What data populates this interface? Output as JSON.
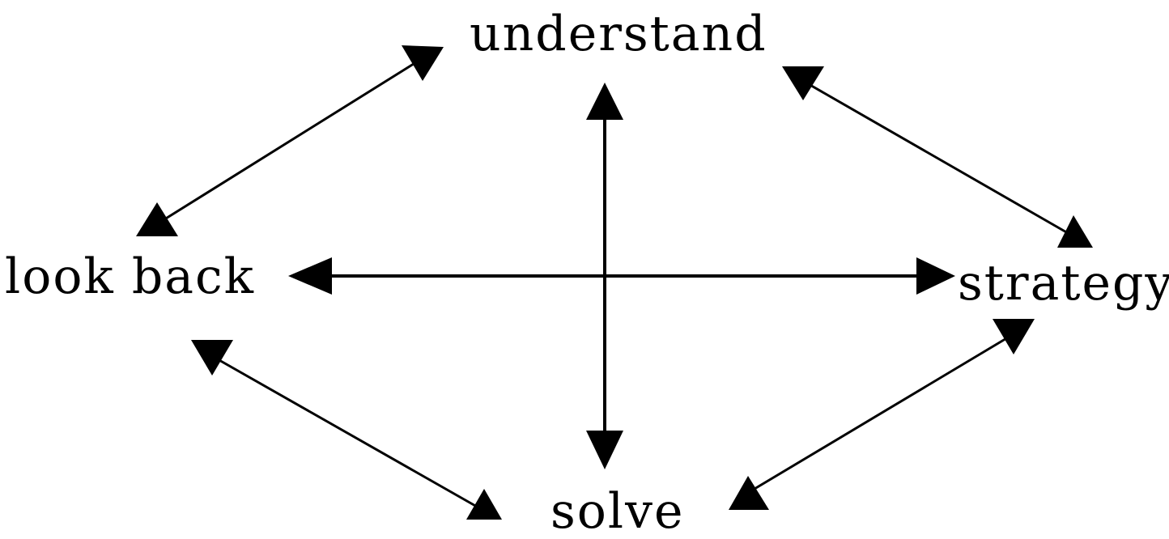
{
  "diagram": {
    "nodes": {
      "understand": "understand",
      "look_back": "look back",
      "strategy": "strategy",
      "solve": "solve"
    },
    "edges": [
      {
        "from": "understand",
        "to": "look back",
        "direction": "both"
      },
      {
        "from": "understand",
        "to": "strategy",
        "direction": "both"
      },
      {
        "from": "look back",
        "to": "solve",
        "direction": "both"
      },
      {
        "from": "strategy",
        "to": "solve",
        "direction": "both"
      },
      {
        "from": "understand",
        "to": "solve",
        "direction": "both"
      },
      {
        "from": "look back",
        "to": "strategy",
        "direction": "both"
      }
    ],
    "colors": {
      "line": "#000000",
      "background": "#ffffff"
    }
  }
}
